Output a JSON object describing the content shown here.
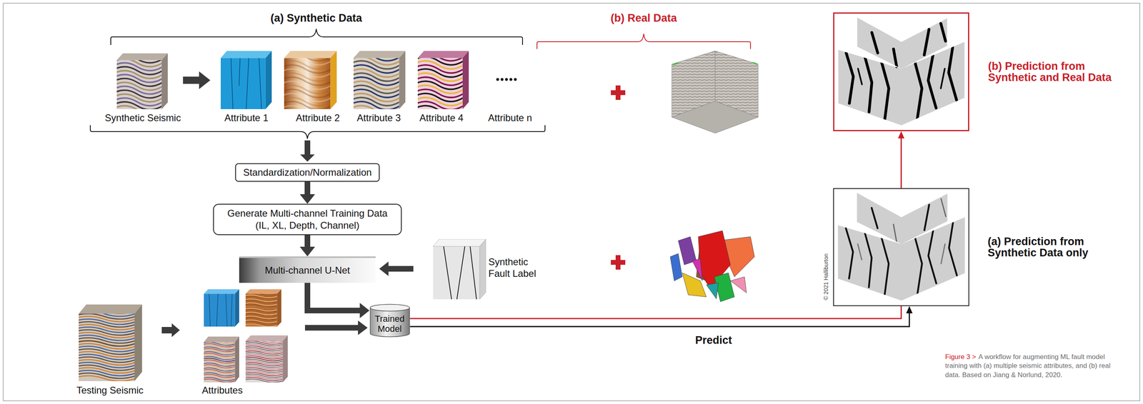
{
  "diagram": {
    "caption": "A workflow for augmenting ML fault model training with (a) multiple seismic attributes, and (b) real data. Based on Jiang & Norlund, 2020.",
    "nodes": [
      {
        "text": [
          "Standardization/Normalization"
        ]
      },
      {
        "text": [
          "Generate Multi-channel Training Data (IL, XL, Depth, Channel)"
        ]
      },
      {
        "text": [
          "Multi-channel U-Net"
        ]
      },
      {
        "text": [
          "Trained Model"
        ]
      },
      {
        "text": [
          "(b) Prediction from Synthetic and Real Data"
        ]
      },
      {
        "text": [
          "(a) Prediction from Synthetic Data only"
        ]
      }
    ],
    "edges": [
      {
        "from": 0,
        "to": 1,
        "arrow": "to"
      },
      {
        "from": 1,
        "to": 2,
        "arrow": "to"
      },
      {
        "from": 2,
        "to": 3,
        "arrow": "to"
      },
      {
        "from": 3,
        "to": 5,
        "arrow": "to"
      },
      {
        "from": 3,
        "to": 4,
        "arrow": "to"
      }
    ],
    "labels": [
      "(a) Synthetic Data",
      "(b) Real Data",
      "Synthetic Seismic",
      "Attribute 1",
      "Attribute 2",
      "Attribute 3",
      "Attribute 4",
      "Attribute n",
      "Synthetic Fault Label",
      "Testing Seismic",
      "Attributes",
      "Predict",
      "© 2021 Halliburton",
      "Figure 3 >"
    ]
  }
}
